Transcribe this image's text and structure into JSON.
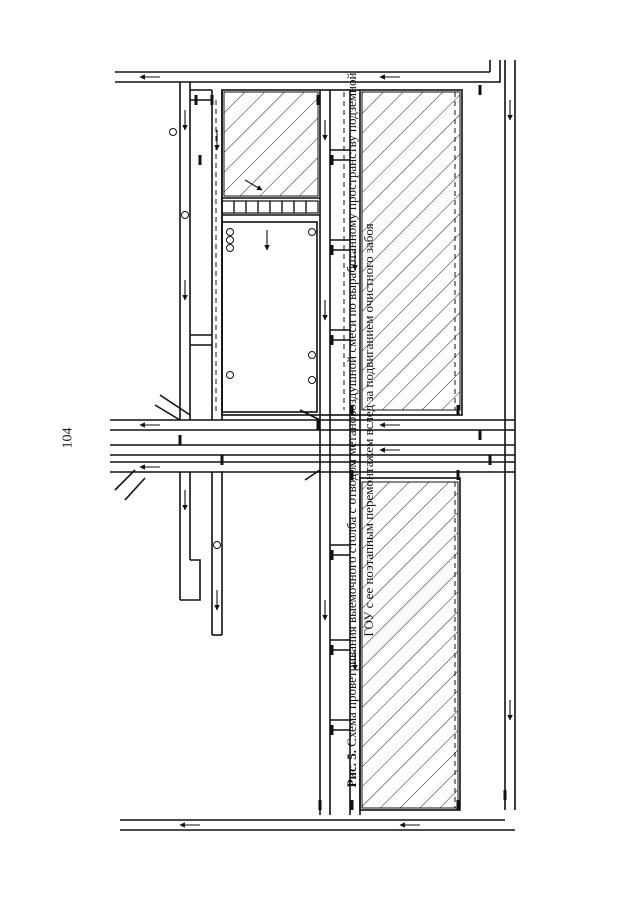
{
  "page": {
    "number": "104"
  },
  "caption": {
    "label": "Рис. 5.",
    "text": "Схема проветривания выемочного столба с отводом метановоздушной смеси по выработанному пространству подземной ГОУ с ее поэтапным перемонтажем вслед за подвиганием очистного забоя"
  },
  "colors": {
    "ink": "#111111",
    "paper": "#ffffff"
  }
}
